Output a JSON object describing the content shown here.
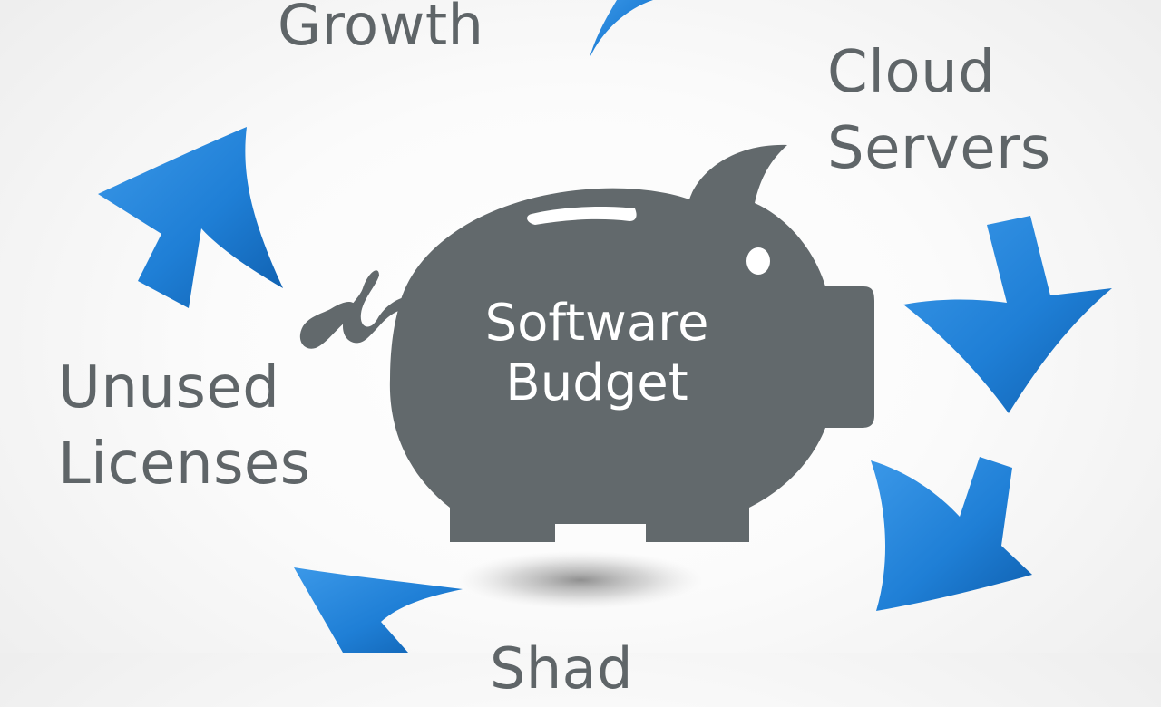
{
  "diagram": {
    "center": {
      "line1": "Software",
      "line2": "Budget"
    },
    "labels": {
      "top": "Growth",
      "right_line1": "Cloud",
      "right_line2": "Servers",
      "left_line1": "Unused",
      "left_line2": "Licenses",
      "bottom_partial": "Shad"
    },
    "colors": {
      "arrow": "#1f7fd6",
      "arrow_dark": "#0f5fae",
      "pig": "#62696c",
      "text": "#5f6568",
      "pig_text": "#ffffff"
    },
    "icons": [
      "piggy-bank-icon",
      "cycle-arrow-icon"
    ]
  }
}
